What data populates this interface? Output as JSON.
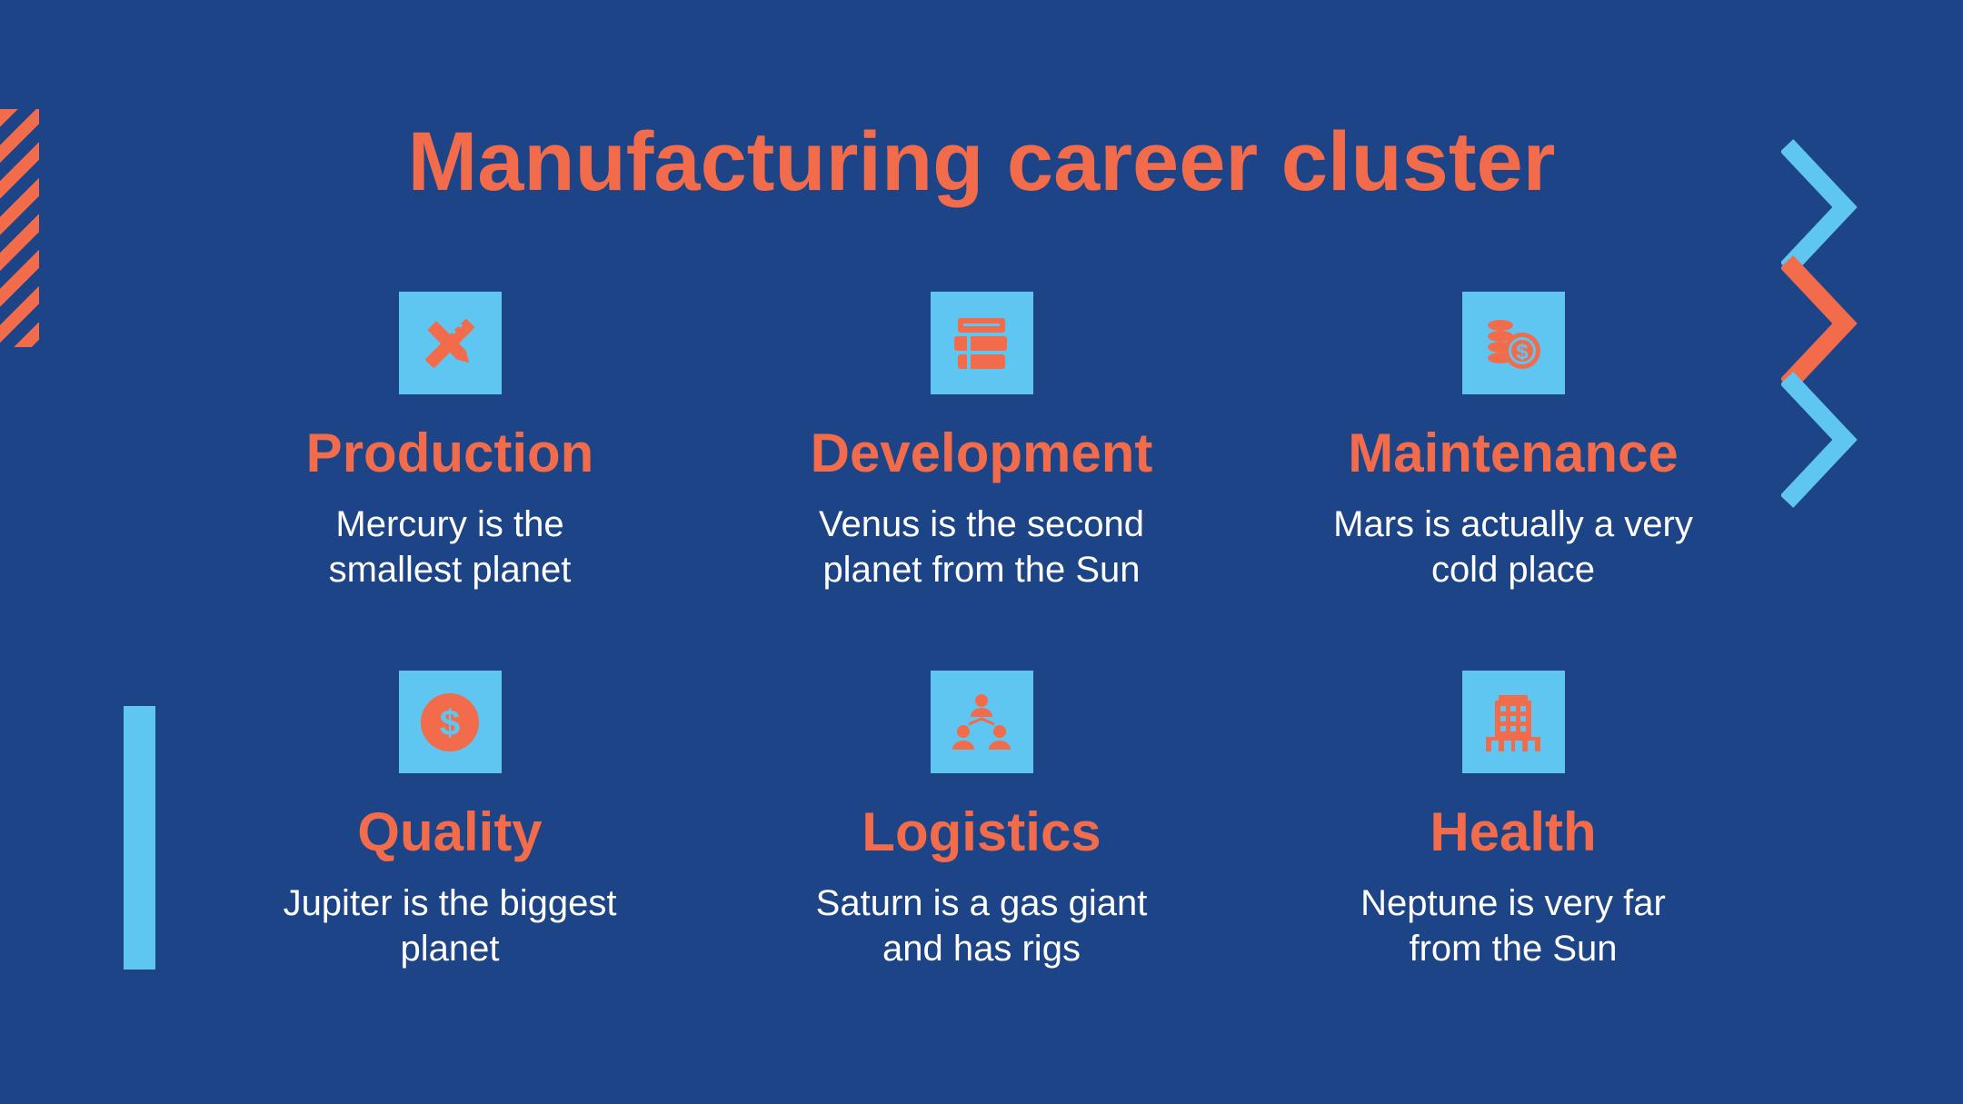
{
  "slide": {
    "title": "Manufacturing career cluster"
  },
  "items": [
    {
      "title": "Production",
      "desc_line1": "Mercury is the",
      "desc_line2": "smallest planet",
      "icon": "pencil-ruler-icon"
    },
    {
      "title": "Development",
      "desc_line1": "Venus is the second",
      "desc_line2": "planet from the Sun",
      "icon": "books-stack-icon"
    },
    {
      "title": "Maintenance",
      "desc_line1": "Mars is actually a very",
      "desc_line2": "cold place",
      "icon": "coins-dollar-icon"
    },
    {
      "title": "Quality",
      "desc_line1": "Jupiter is the biggest",
      "desc_line2": "planet",
      "icon": "dollar-circle-icon"
    },
    {
      "title": "Logistics",
      "desc_line1": "Saturn is a gas giant",
      "desc_line2": "and has rigs",
      "icon": "network-people-icon"
    },
    {
      "title": "Health",
      "desc_line1": "Neptune is very far",
      "desc_line2": "from the Sun",
      "icon": "building-icon"
    }
  ],
  "colors": {
    "background": "#1d4486",
    "accent": "#f26b4b",
    "secondary": "#5ec6f0",
    "text": "#ffffff"
  }
}
